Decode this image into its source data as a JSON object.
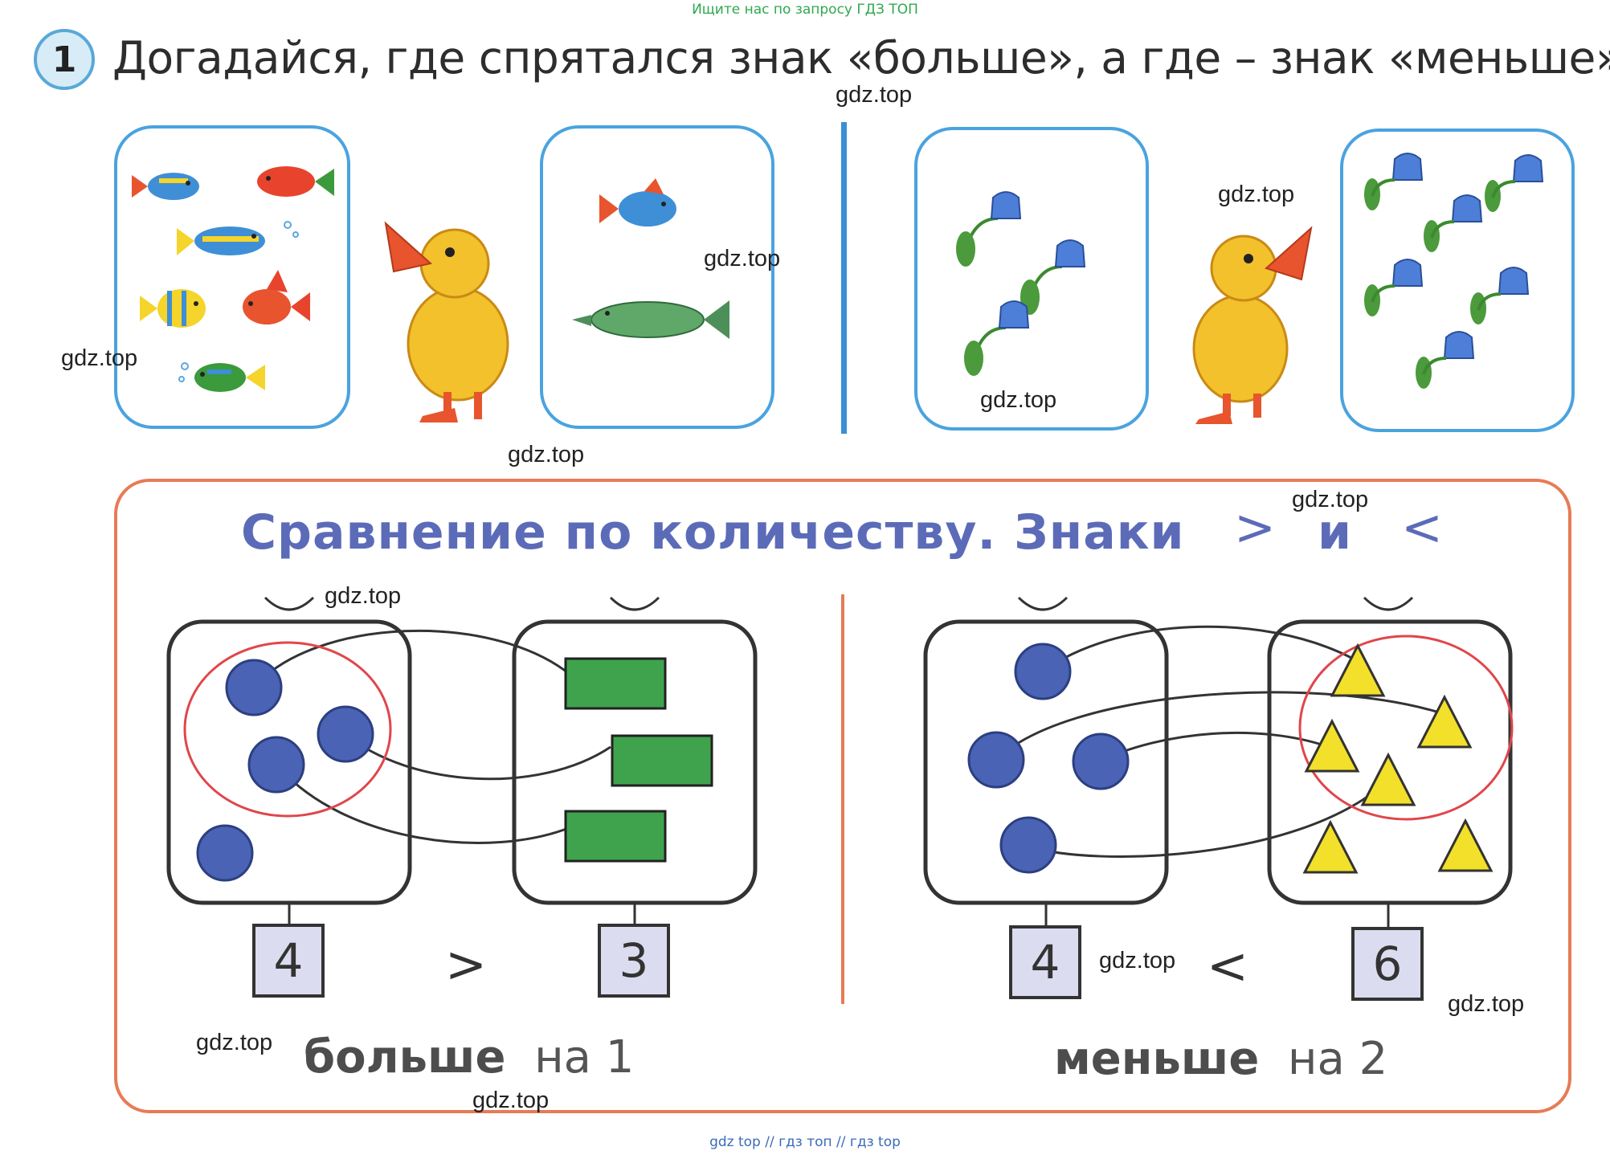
{
  "header_note": "Ищите нас по запросу ГДЗ ТОП",
  "task": {
    "number": "1",
    "text": "Догадайся, где спрятался знак «больше», а где – знак «меньше»."
  },
  "section": {
    "title": "Сравнение по количеству. Знаки",
    "sign_greater": ">",
    "and_word": "и",
    "sign_less": "<"
  },
  "left_compare": {
    "left_count": "4",
    "right_count": "3",
    "sign": ">",
    "word": "больше",
    "tail": "на 1"
  },
  "right_compare": {
    "left_count": "4",
    "right_count": "6",
    "sign": "<",
    "word": "меньше",
    "tail": "на 2"
  },
  "watermark": "gdz.top",
  "footer_note": "gdz top  //  гдз топ  //  гдз top",
  "colors": {
    "frame_blue": "#4aa3df",
    "section_orange": "#e77b55",
    "title_blue": "#5c6bb8",
    "circle_blue": "#4a63b5",
    "rect_green": "#3fa34d",
    "triangle_yellow": "#f2e02a",
    "highlight_red": "#e0464a"
  }
}
